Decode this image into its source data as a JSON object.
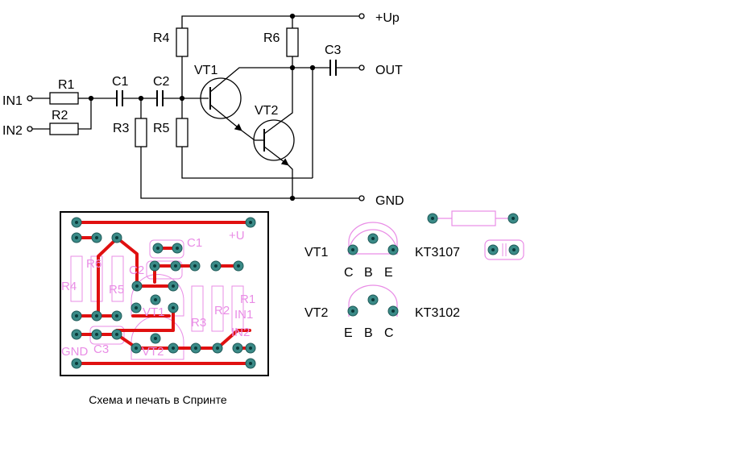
{
  "schematic": {
    "inputs": [
      "IN1",
      "IN2"
    ],
    "outputs": [
      "+Up",
      "OUT",
      "GND"
    ],
    "resistors": [
      "R1",
      "R2",
      "R3",
      "R4",
      "R5",
      "R6"
    ],
    "capacitors": [
      "C1",
      "C2",
      "C3"
    ],
    "transistors": [
      "VT1",
      "VT2"
    ]
  },
  "pcb": {
    "labels": {
      "plus_u": "+U",
      "r4": "R4",
      "r6": "R6",
      "r5": "R5",
      "r3": "R3",
      "r2": "R2",
      "r1": "R1",
      "c1": "C1",
      "c2": "C2",
      "c3": "C3",
      "vt1": "VT1",
      "vt2": "VT2",
      "in1": "IN1",
      "in2": "IN2",
      "gnd": "GND"
    },
    "colors": {
      "trace": "#e01010",
      "pad": "#3a8a87",
      "silk": "#e98de6",
      "frame": "#000000"
    }
  },
  "pinouts": [
    {
      "device": "VT1",
      "part": "KT3107",
      "pins": [
        "C",
        "B",
        "E"
      ]
    },
    {
      "device": "VT2",
      "part": "KT3102",
      "pins": [
        "E",
        "B",
        "C"
      ]
    }
  ],
  "caption": "Схема и печать в Спринте"
}
